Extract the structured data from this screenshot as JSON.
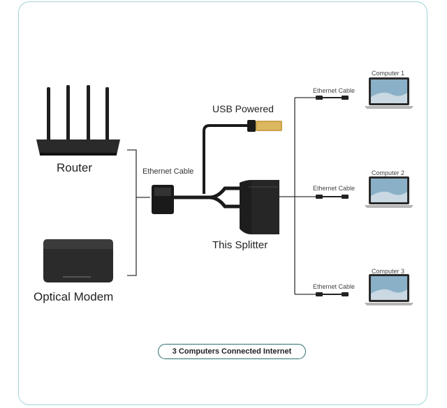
{
  "labels": {
    "router": "Router",
    "modem": "Optical Modem",
    "ethernet_cable_in": "Ethernet Cable",
    "usb_powered": "USB Powered",
    "splitter": "This Splitter",
    "footer": "3 Computers Connected Internet"
  },
  "outputs": [
    {
      "computer": "Computer 1",
      "cable": "Ethernet Cable"
    },
    {
      "computer": "Computer 2",
      "cable": "Ethernet Cable"
    },
    {
      "computer": "Computer 3",
      "cable": "Ethernet Cable"
    }
  ],
  "colors": {
    "frame": "#9fd4d8",
    "footer_border": "#2b6f6f",
    "device": "#2a2a2a",
    "screen": "#8ab0c8"
  }
}
